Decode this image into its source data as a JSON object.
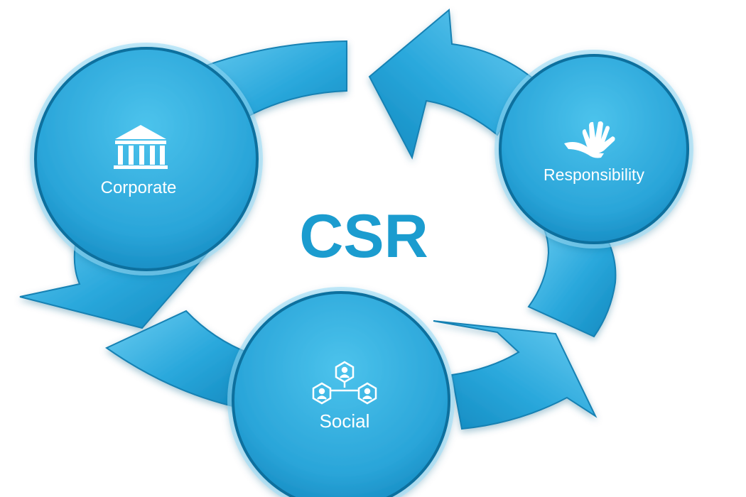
{
  "title": "CSR",
  "nodes": [
    {
      "label": "Corporate",
      "icon": "bank-building-icon"
    },
    {
      "label": "Responsibility",
      "icon": "helping-hands-icon"
    },
    {
      "label": "Social",
      "icon": "people-network-icon"
    }
  ],
  "colors": {
    "arrow_light": "#63c8ef",
    "arrow_dark": "#138ec3",
    "arrow_stroke": "#1681b3",
    "circle_fill_top": "#41bde9",
    "circle_fill_bottom": "#1693c9",
    "circle_ring": "#0d6f9e",
    "title": "#1b9ccf",
    "label": "#ffffff"
  }
}
